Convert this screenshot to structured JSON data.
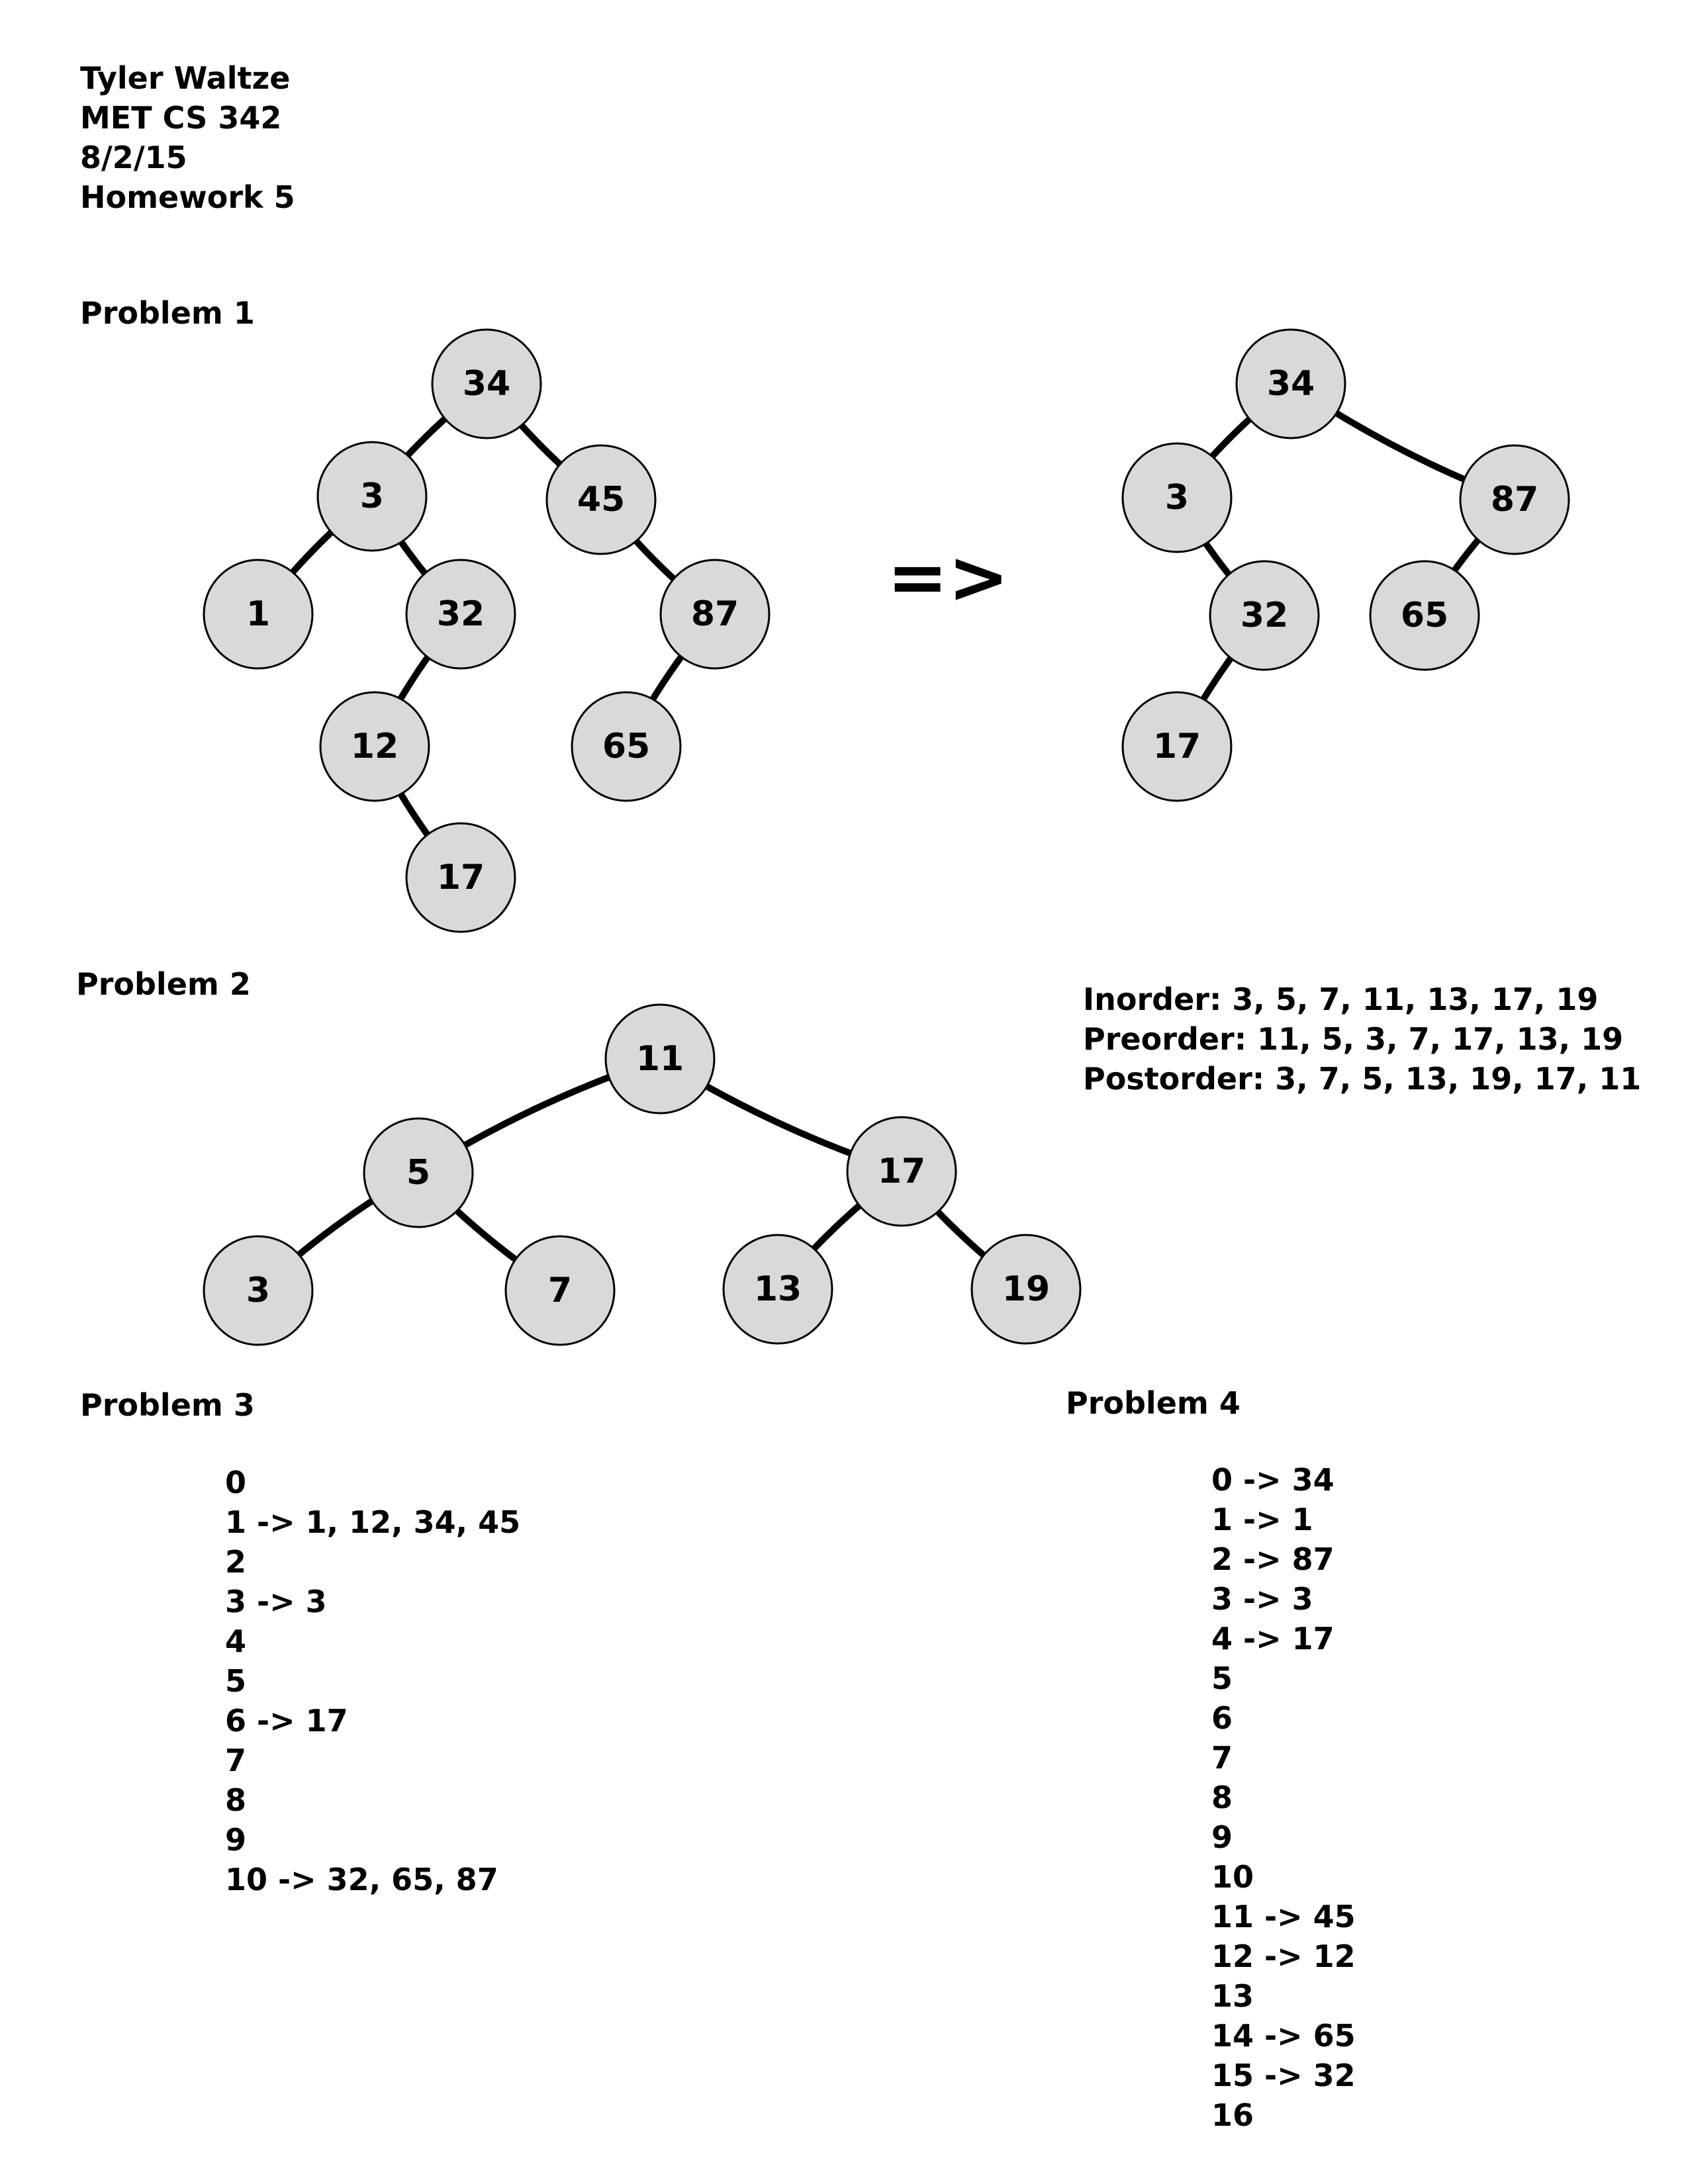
{
  "header": {
    "name": "Tyler Waltze",
    "course": "MET CS 342",
    "date": "8/2/15",
    "assignment": "Homework 5"
  },
  "problem1": {
    "label": "Problem 1",
    "arrow": "=>",
    "before_tree": {
      "nodes": [
        {
          "id": "n34",
          "value": "34"
        },
        {
          "id": "n3",
          "value": "3"
        },
        {
          "id": "n45",
          "value": "45"
        },
        {
          "id": "n1",
          "value": "1"
        },
        {
          "id": "n32",
          "value": "32"
        },
        {
          "id": "n87",
          "value": "87"
        },
        {
          "id": "n12",
          "value": "12"
        },
        {
          "id": "n65",
          "value": "65"
        },
        {
          "id": "n17",
          "value": "17"
        }
      ],
      "edges": [
        [
          "n34",
          "n3"
        ],
        [
          "n34",
          "n45"
        ],
        [
          "n3",
          "n1"
        ],
        [
          "n3",
          "n32"
        ],
        [
          "n45",
          "n87"
        ],
        [
          "n32",
          "n12"
        ],
        [
          "n87",
          "n65"
        ],
        [
          "n12",
          "n17"
        ]
      ]
    },
    "after_tree": {
      "nodes": [
        {
          "id": "m34",
          "value": "34"
        },
        {
          "id": "m3",
          "value": "3"
        },
        {
          "id": "m87",
          "value": "87"
        },
        {
          "id": "m32",
          "value": "32"
        },
        {
          "id": "m65",
          "value": "65"
        },
        {
          "id": "m17",
          "value": "17"
        }
      ],
      "edges": [
        [
          "m34",
          "m3"
        ],
        [
          "m34",
          "m87"
        ],
        [
          "m3",
          "m32"
        ],
        [
          "m87",
          "m65"
        ],
        [
          "m32",
          "m17"
        ]
      ]
    }
  },
  "problem2": {
    "label": "Problem 2",
    "tree": {
      "nodes": [
        {
          "id": "k11",
          "value": "11"
        },
        {
          "id": "k5",
          "value": "5"
        },
        {
          "id": "k17",
          "value": "17"
        },
        {
          "id": "k3",
          "value": "3"
        },
        {
          "id": "k7",
          "value": "7"
        },
        {
          "id": "k13",
          "value": "13"
        },
        {
          "id": "k19",
          "value": "19"
        }
      ],
      "edges": [
        [
          "k11",
          "k5"
        ],
        [
          "k11",
          "k17"
        ],
        [
          "k5",
          "k3"
        ],
        [
          "k5",
          "k7"
        ],
        [
          "k17",
          "k13"
        ],
        [
          "k17",
          "k19"
        ]
      ]
    },
    "inorder": "Inorder: 3, 5, 7, 11, 13, 17, 19",
    "preorder": "Preorder: 11, 5, 3, 7, 17, 13, 19",
    "postorder": "Postorder: 3, 7, 5, 13, 19, 17, 11"
  },
  "problem3": {
    "label": "Problem 3",
    "rows": [
      "0",
      "1 -> 1, 12, 34, 45",
      "2",
      "3 -> 3",
      "4",
      "5",
      "6 -> 17",
      "7",
      "8",
      "9",
      "10 -> 32, 65, 87"
    ]
  },
  "problem4": {
    "label": "Problem 4",
    "rows": [
      "0 -> 34",
      "1 -> 1",
      "2 -> 87",
      "3 -> 3",
      "4 -> 17",
      "5",
      "6",
      "7",
      "8",
      "9",
      "10",
      "11 -> 45",
      "12 -> 12",
      "13",
      "14 -> 65",
      "15 -> 32",
      "16"
    ]
  }
}
